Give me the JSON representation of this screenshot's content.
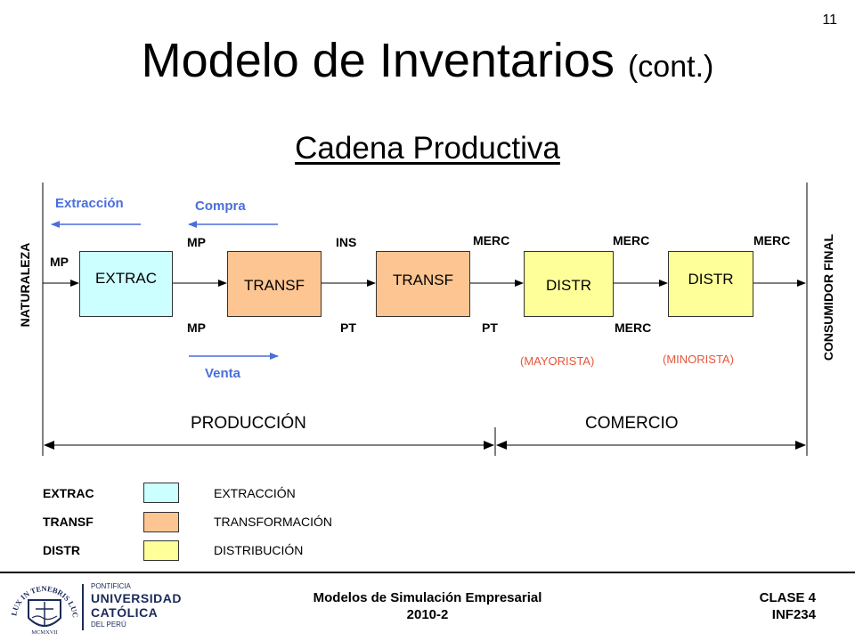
{
  "slide": {
    "page_number": "11",
    "title_main": "Modelo de Inventarios",
    "title_suffix": "(cont.)",
    "subtitle": "Cadena Productiva"
  },
  "diagram": {
    "boxes": [
      {
        "id": "extrac",
        "label": "EXTRAC",
        "category": "EXTRAC"
      },
      {
        "id": "transf1",
        "label": "TRANSF",
        "category": "TRANSF"
      },
      {
        "id": "transf2",
        "label": "TRANSF",
        "category": "TRANSF"
      },
      {
        "id": "distr1",
        "label": "DISTR",
        "category": "DISTR"
      },
      {
        "id": "distr2",
        "label": "DISTR",
        "category": "DISTR"
      }
    ],
    "left_edge_label": "NATURALEZA",
    "right_edge_label": "CONSUMIDOR FINAL",
    "flows": {
      "extraccion": "Extracción",
      "compra": "Compra",
      "venta": "Venta"
    },
    "labels": {
      "mp_input": "MP",
      "mp_top": "MP",
      "ins": "INS",
      "merc_1": "MERC",
      "merc_2": "MERC",
      "merc_3": "MERC",
      "mp_bottom": "MP",
      "pt_1": "PT",
      "pt_2": "PT",
      "merc_bottom": "MERC"
    },
    "roles": {
      "mayorista": "(MAYORISTA)",
      "minorista": "(MINORISTA)"
    },
    "sections": {
      "produccion": "PRODUCCIÓN",
      "comercio": "COMERCIO"
    },
    "colors": {
      "extrac": "#ccffff",
      "transf": "#fdc592",
      "distr": "#ffff99",
      "flow": "#4a6fdb",
      "role": "#e8553a"
    }
  },
  "legend": [
    {
      "code": "EXTRAC",
      "name": "EXTRACCIÓN",
      "color": "#ccffff"
    },
    {
      "code": "TRANSF",
      "name": "TRANSFORMACIÓN",
      "color": "#fdc592"
    },
    {
      "code": "DISTR",
      "name": "DISTRIBUCIÓN",
      "color": "#ffff99"
    }
  ],
  "footer": {
    "course_line1": "Modelos de Simulación Empresarial",
    "course_line2": "2010-2",
    "class_line1": "CLASE 4",
    "class_line2": "INF234"
  },
  "logo": {
    "motto": "ET LUX IN TENEBRIS LUCET",
    "year": "MCMXVII",
    "line1": "PONTIFICIA",
    "line2": "UNIVERSIDAD",
    "line3": "CATÓLICA",
    "line4": "DEL PERÚ"
  }
}
